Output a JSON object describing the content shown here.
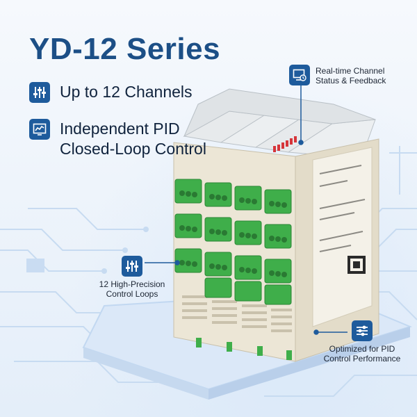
{
  "title": "YD-12 Series",
  "features": [
    {
      "icon": "sliders-icon",
      "text": "Up to 12 Channels"
    },
    {
      "icon": "chart-monitor-icon",
      "text": "Independent PID Closed-Loop Control"
    }
  ],
  "callouts": {
    "realtime": {
      "icon": "monitor-clock-icon",
      "line1": "Real-time Channel",
      "line2": "Status & Feedback"
    },
    "loops": {
      "icon": "sliders-icon",
      "line1": "12 High-Precision",
      "line2": "Control Loops"
    },
    "optimized": {
      "icon": "equalizer-icon",
      "line1": "Optimized for PID",
      "line2": "Control Performance"
    }
  },
  "colors": {
    "title": "#1c4f86",
    "icon_bg": "#1e5b9c",
    "terminal_green": "#3fae4a",
    "housing": "#e9e3d2",
    "led_red": "#d6353a"
  }
}
